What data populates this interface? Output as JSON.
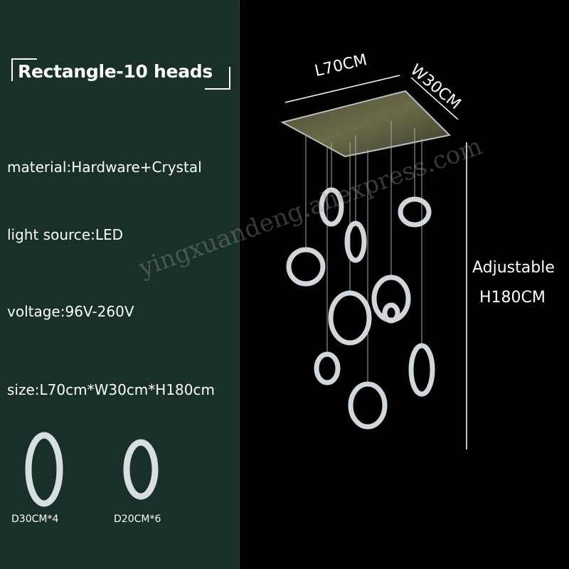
{
  "title": "Rectangle-10 heads",
  "specs": {
    "material": "material:Hardware+Crystal",
    "light_source": "light source:LED",
    "voltage": "voltage:96V-260V",
    "size": "size:L70cm*W30cm*H180cm"
  },
  "ring_sizes": [
    "D30CM*4",
    "D20CM*6"
  ],
  "dimensions": {
    "length": "L70CM",
    "width": "W30CM",
    "adjustable": "Adjustable",
    "height": "H180CM"
  },
  "watermark": "yingxuandeng.aliexpress.com"
}
